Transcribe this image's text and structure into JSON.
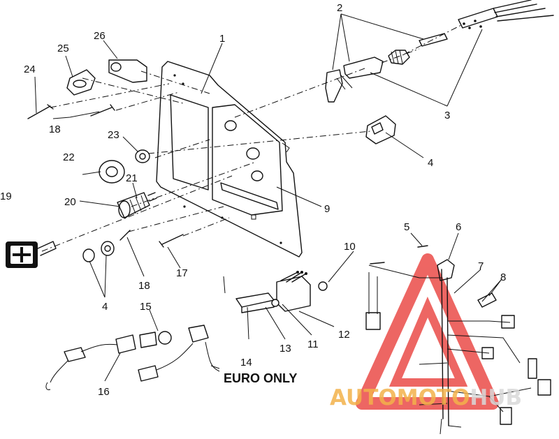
{
  "callouts": {
    "c1": "1",
    "c2": "2",
    "c3": "3",
    "c4a": "4",
    "c4b": "4",
    "c5": "5",
    "c6": "6",
    "c7": "7",
    "c8": "8",
    "c9": "9",
    "c10": "10",
    "c11": "11",
    "c12": "12",
    "c13": "13",
    "c14": "14",
    "c15": "15",
    "c16": "16",
    "c17": "17",
    "c18a": "18",
    "c18b": "18",
    "c19": "19",
    "c20": "20",
    "c21": "21",
    "c22": "22",
    "c23": "23",
    "c24": "24",
    "c25": "25",
    "c26": "26"
  },
  "note": {
    "euro_only": "EURO ONLY"
  },
  "watermark": {
    "part1": "AUTO",
    "part2": "MOTO",
    "part3": "HUB",
    "color_primary": "#f2b14a",
    "color_triangle": "#e8332f"
  }
}
